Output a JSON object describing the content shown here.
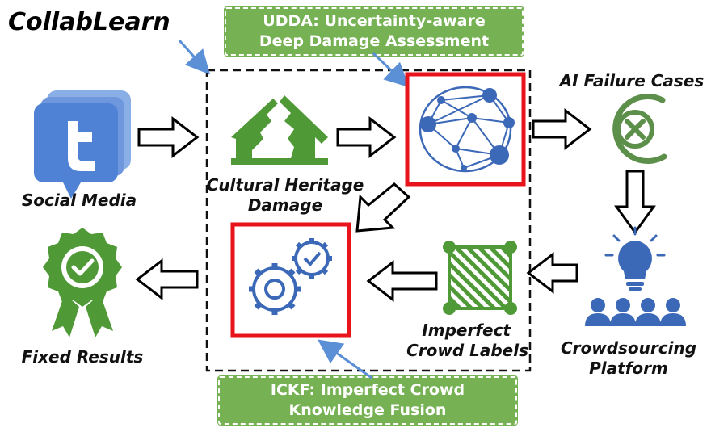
{
  "title": "CollabLearn",
  "udda": {
    "line1": "UDDA: Uncertainty-aware",
    "line2": "Deep Damage Assessment"
  },
  "ickf": {
    "line1": "ICKF: Imperfect Crowd",
    "line2": "Knowledge Fusion"
  },
  "nodes": {
    "social_media": "Social Media",
    "heritage_line1": "Cultural Heritage",
    "heritage_line2": "Damage",
    "ai_failure": "AI Failure Cases",
    "crowd_line1": "Crowdsourcing",
    "crowd_line2": "Platform",
    "labels_line1": "Imperfect",
    "labels_line2": "Crowd Labels",
    "fixed_results": "Fixed Results"
  },
  "icons": {
    "social_media": "twitter-bubble-icon",
    "heritage": "damaged-building-icon",
    "udda": "neural-network-icon",
    "ai_failure": "x-circle-icon",
    "crowd": "crowd-lightbulb-icon",
    "labels": "hatched-square-icon",
    "ickf": "gears-icon",
    "fixed": "award-check-icon"
  },
  "colors": {
    "green": "#76b154",
    "red": "#e8131b",
    "blue": "#3c68b8",
    "leaf_green": "#4f9a37",
    "pointer_blue": "#5b8fd6"
  }
}
